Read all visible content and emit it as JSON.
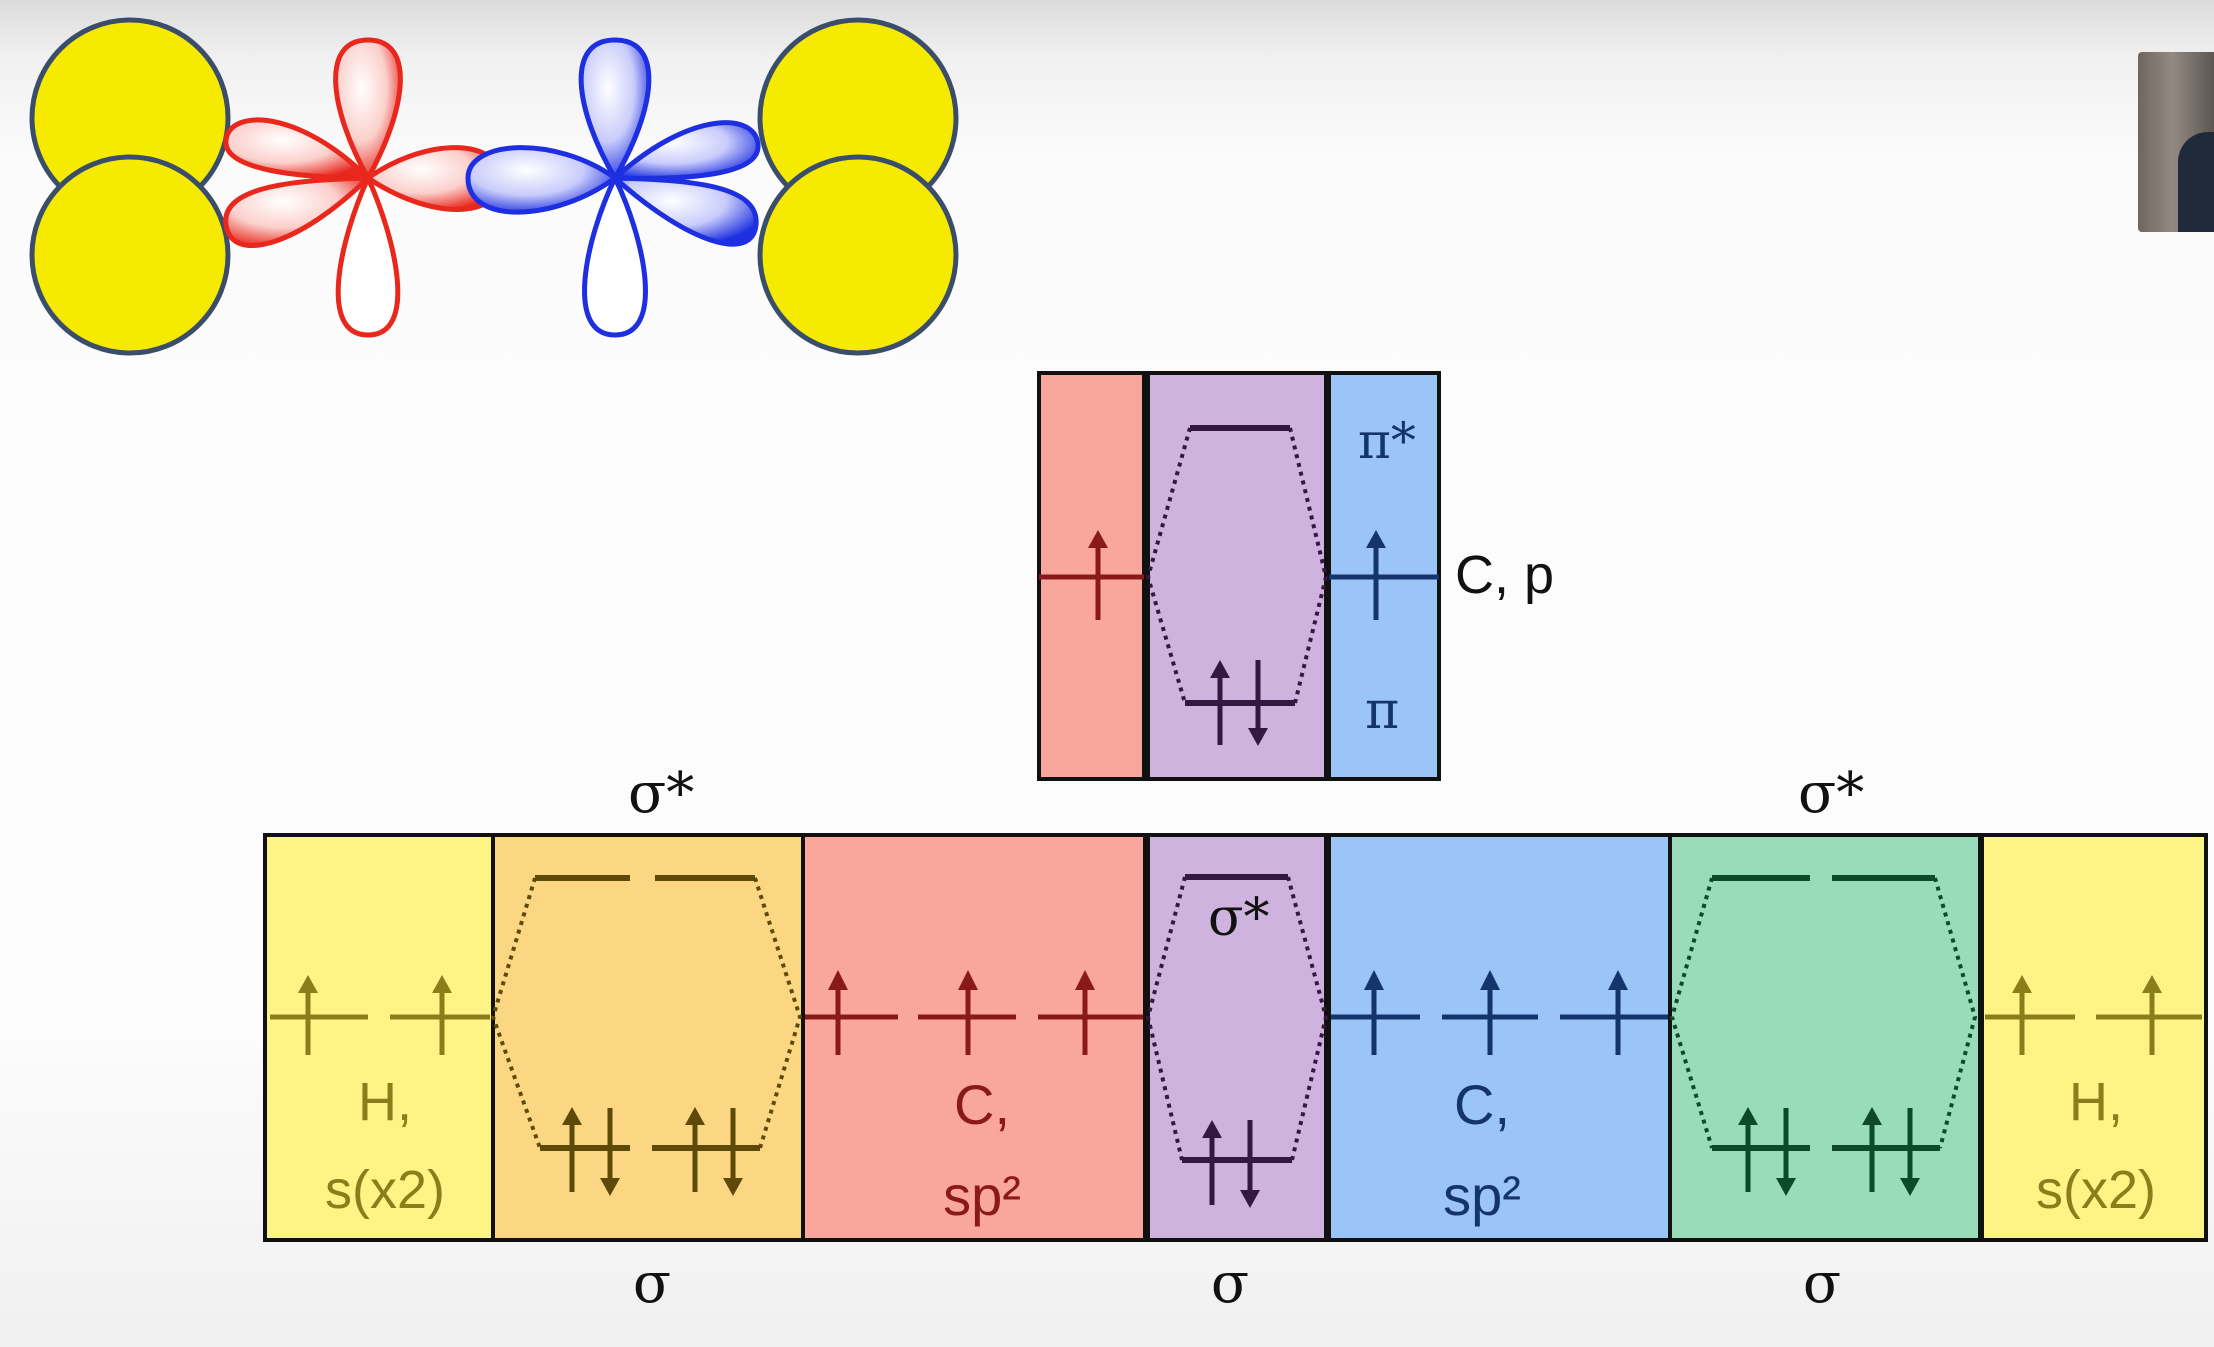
{
  "labels": {
    "sigma_star_left": "σ*",
    "sigma_star_right": "σ*",
    "sigma_star_cc": "σ*",
    "sigma_left": "σ",
    "sigma_center": "σ",
    "sigma_right": "σ",
    "pi_star": "π*",
    "pi": "π",
    "c_p": "C, p",
    "h_left_line1": "H,",
    "h_left_line2": "s(x2)",
    "c_left_line1": "C,",
    "c_left_line2": "sp²",
    "c_right_line1": "C,",
    "c_right_line2": "sp²",
    "h_right_line1": "H,",
    "h_right_line2": "s(x2)"
  },
  "colors": {
    "hydrogen_sphere": "#f5ea00",
    "left_p_orbital": "#e8271d",
    "right_p_orbital": "#1d2fe0",
    "h_box": "#fdf485",
    "ch_mixing_box": "#fbd784",
    "c_left_box": "#f9a69c",
    "cc_mixing_box": "#cdb3dd",
    "c_right_box": "#9bc5f7",
    "ch_mixing_box_right": "#98dcb9",
    "h_text": "#8a7e1a",
    "c_left_text": "#8a1a1a",
    "cc_text": "#35183f",
    "c_right_text": "#14346e",
    "ch_right_text": "#0d4a2a"
  }
}
